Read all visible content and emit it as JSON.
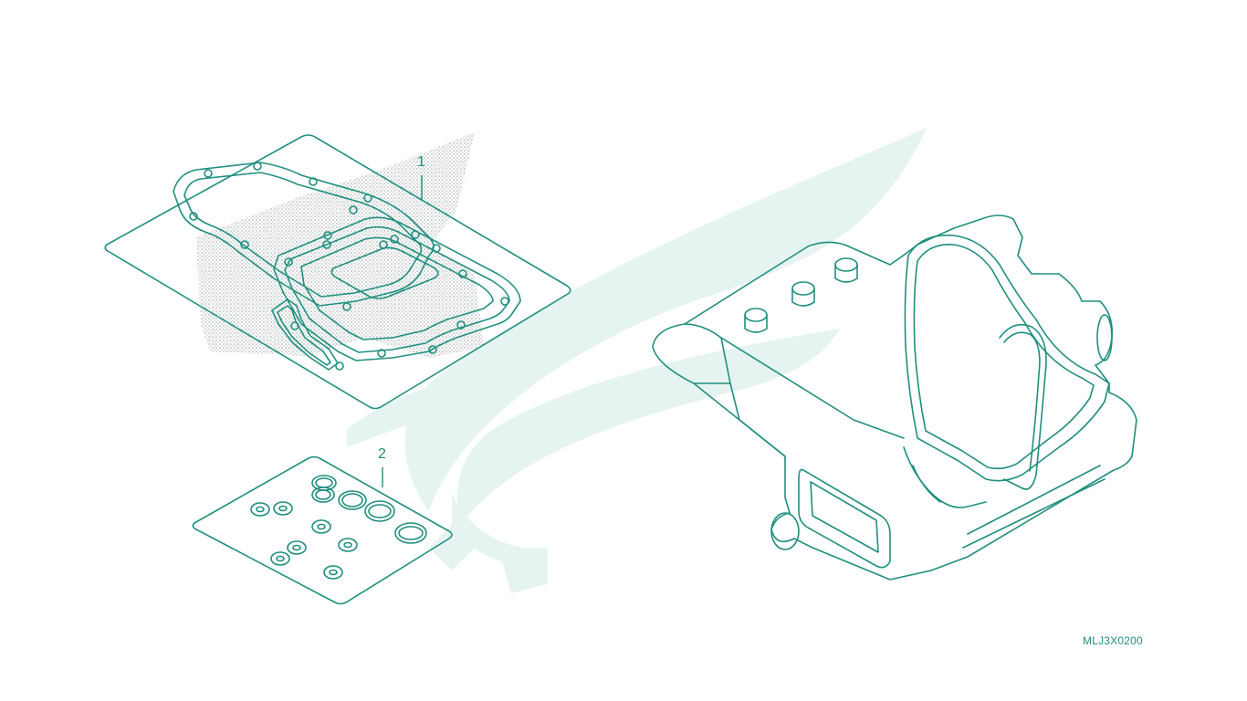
{
  "diagram": {
    "callouts": [
      {
        "id": "1",
        "label": "1"
      },
      {
        "id": "2",
        "label": "2"
      }
    ],
    "code": "MLJ3X0200",
    "colors": {
      "line": "#1f8f7f",
      "watermark": "#e6f4f1",
      "stipple": "#8a9a97"
    },
    "watermark_icon": "wing-gear-logo"
  }
}
